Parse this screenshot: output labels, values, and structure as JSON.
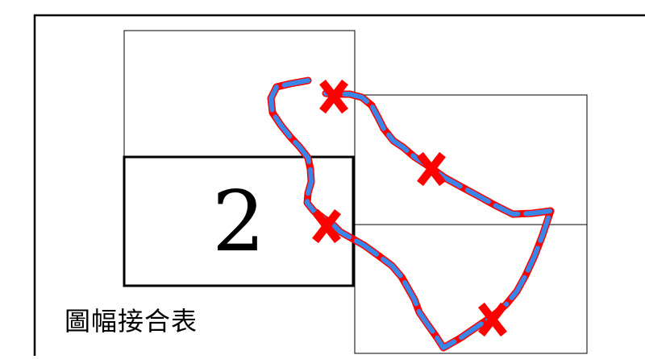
{
  "map": {
    "sheet_number": "2",
    "legend_title": "圖幅接合表"
  },
  "colors": {
    "frame": "#000000",
    "route_outline": "#ff0000",
    "route_dash": "#3a86e8",
    "cross_marker": "#ff0000"
  },
  "sheets": [
    {
      "id": "upper-left",
      "highlighted": false
    },
    {
      "id": "center-left",
      "highlighted": true
    },
    {
      "id": "upper-right",
      "highlighted": false
    },
    {
      "id": "lower-right",
      "highlighted": false
    }
  ],
  "markers": {
    "count": 4,
    "icon": "cross-marker-icon"
  }
}
